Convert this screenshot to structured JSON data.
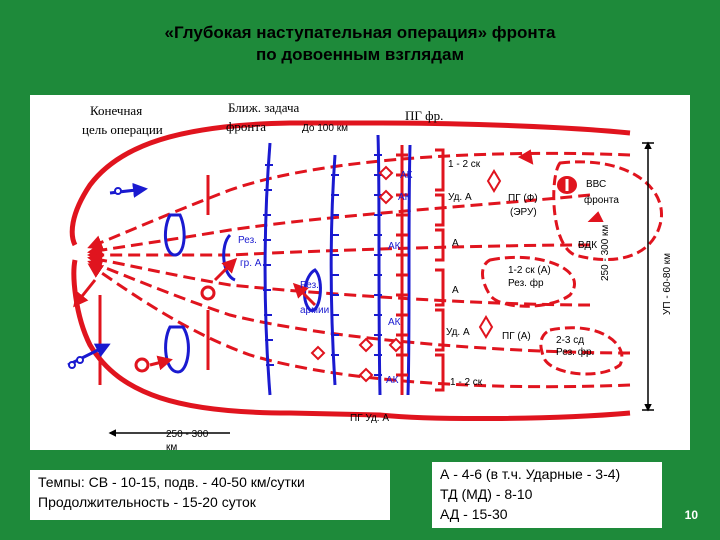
{
  "slide": {
    "title_line1": "«Глубокая наступательная операция» фронта",
    "title_line2": "по довоенным взглядам",
    "page_number": "10"
  },
  "diagram": {
    "final_goal_line1": "Конечная",
    "final_goal_line2": "цель операции",
    "near_task_line1": "Ближ. задача",
    "near_task_line2": "фронта",
    "depth_100": "До 100 км",
    "pg_front": "ПГ фр.",
    "sk_top": "1 - 2 ск",
    "ud_a_top": "Уд. А",
    "a_1": "А",
    "a_2": "А",
    "ud_a_bottom": "Уд. А",
    "sk_bottom": "1 - 2 ск",
    "ak_1": "АК",
    "ak_2": "АК",
    "ak_3": "АК",
    "ak_4": "АК",
    "ak_5": "АК",
    "pg_f_line1": "ПГ (Ф)",
    "pg_f_line2": "(ЭРУ)",
    "vvs_line1": "ВВС",
    "vvs_line2": "фронта",
    "vdk": "ВДК",
    "sk_a_line1": "1-2 ск (А)",
    "sk_a_line2": "Рез. фр",
    "pg_a": "ПГ (А)",
    "sd_line1": "2-3 сд",
    "sd_line2": "Рез. фр.",
    "rez_gr_line1": "Рез.",
    "rez_gr_line2": "гр. А",
    "rez_army_line1": "Рез.",
    "rez_army_line2": "армии",
    "pg_ud_a": "ПГ Уд. А",
    "width_label": "250 - 300 км",
    "up_label": "УП - 60-80 км",
    "depth_bottom_line1": "250 - 300",
    "depth_bottom_line2": "км"
  },
  "info_left": {
    "line1": "Темпы: СВ - 10-15, подв. - 40-50 км/сутки",
    "line2": "Продолжительность - 15-20 суток"
  },
  "info_right": {
    "line1": "А - 4-6 (в т.ч. Ударные - 3-4)",
    "line2": "ТД (МД) - 8-10",
    "line3": "АД - 15-30"
  },
  "colors": {
    "background": "#1e8a3a",
    "friendly": "#e0141e",
    "enemy": "#1a1ad0"
  }
}
